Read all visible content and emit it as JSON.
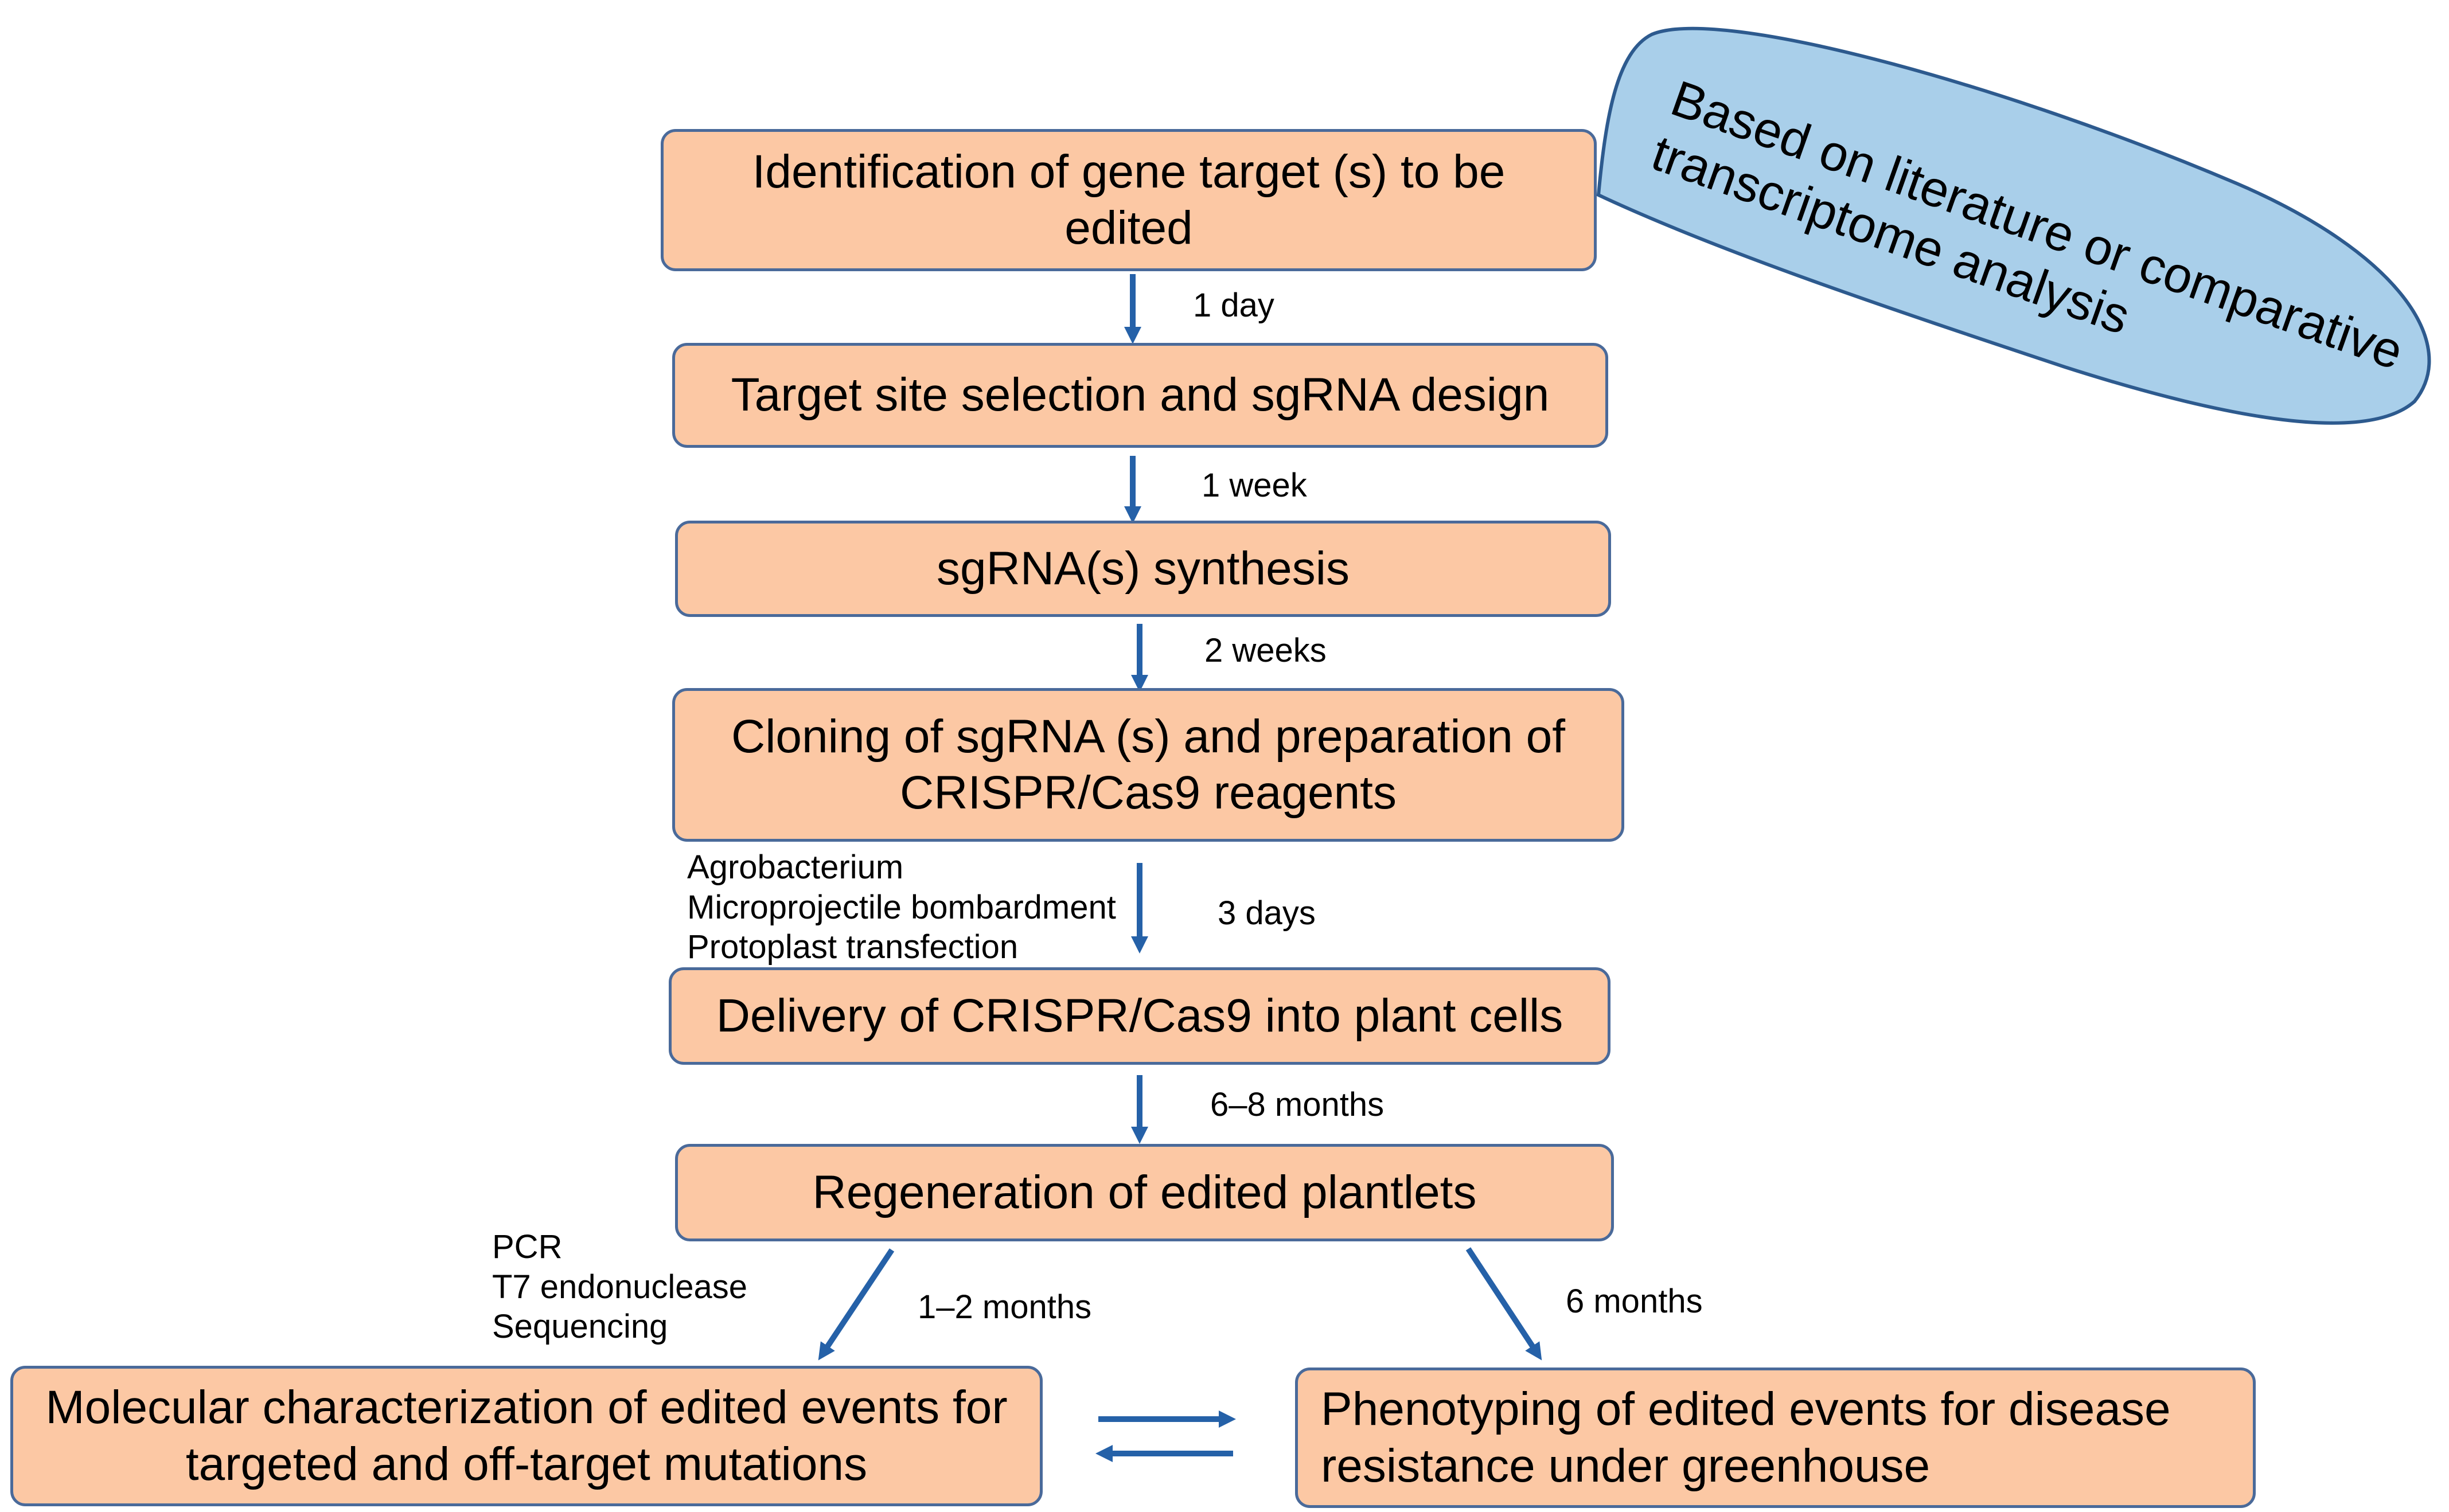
{
  "colors": {
    "box_fill": "#fcc8a4",
    "box_border": "#4a6a9a",
    "arrow": "#2561a8",
    "callout_fill": "#a9cfea",
    "callout_border": "#2d5a8e"
  },
  "steps": [
    {
      "line1": "Identification of gene target (s) to be",
      "line2": "edited"
    },
    {
      "line1": "Target site selection and sgRNA design"
    },
    {
      "line1": "sgRNA(s) synthesis"
    },
    {
      "line1": "Cloning of sgRNA (s) and preparation of",
      "line2": "CRISPR/Cas9 reagents"
    },
    {
      "line1": "Delivery of CRISPR/Cas9 into plant cells"
    },
    {
      "line1": "Regeneration of edited plantlets"
    },
    {
      "line1": "Molecular characterization of edited events for",
      "line2": "targeted and off-target mutations"
    },
    {
      "line1": "Phenotyping of edited events for disease",
      "line2": "resistance under greenhouse"
    }
  ],
  "durations": [
    "1 day",
    "1 week",
    "2 weeks",
    "3 days",
    "6–8 months",
    "1–2 months",
    "6 months"
  ],
  "delivery_methods": [
    "Agrobacterium",
    "Microprojectile bombardment",
    "Protoplast transfection"
  ],
  "characterization_methods": [
    "PCR",
    "T7 endonuclease",
    "Sequencing"
  ],
  "callout": {
    "line1": "Based on literature or comparative",
    "line2": "transcriptome analysis"
  }
}
